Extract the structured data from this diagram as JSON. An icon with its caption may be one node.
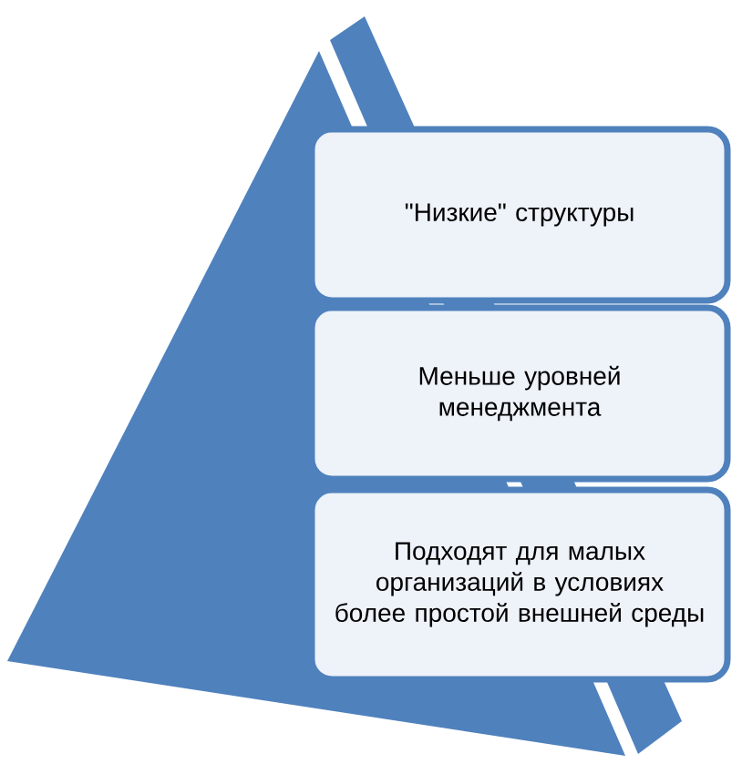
{
  "diagram": {
    "nodes": [
      {
        "text": [
          "\"Низкие\" структуры"
        ]
      },
      {
        "text": [
          "Меньше уровней менеджмента"
        ]
      },
      {
        "text": [
          "Подходят для малых организаций в условиях более простой внешней среды"
        ]
      }
    ]
  }
}
